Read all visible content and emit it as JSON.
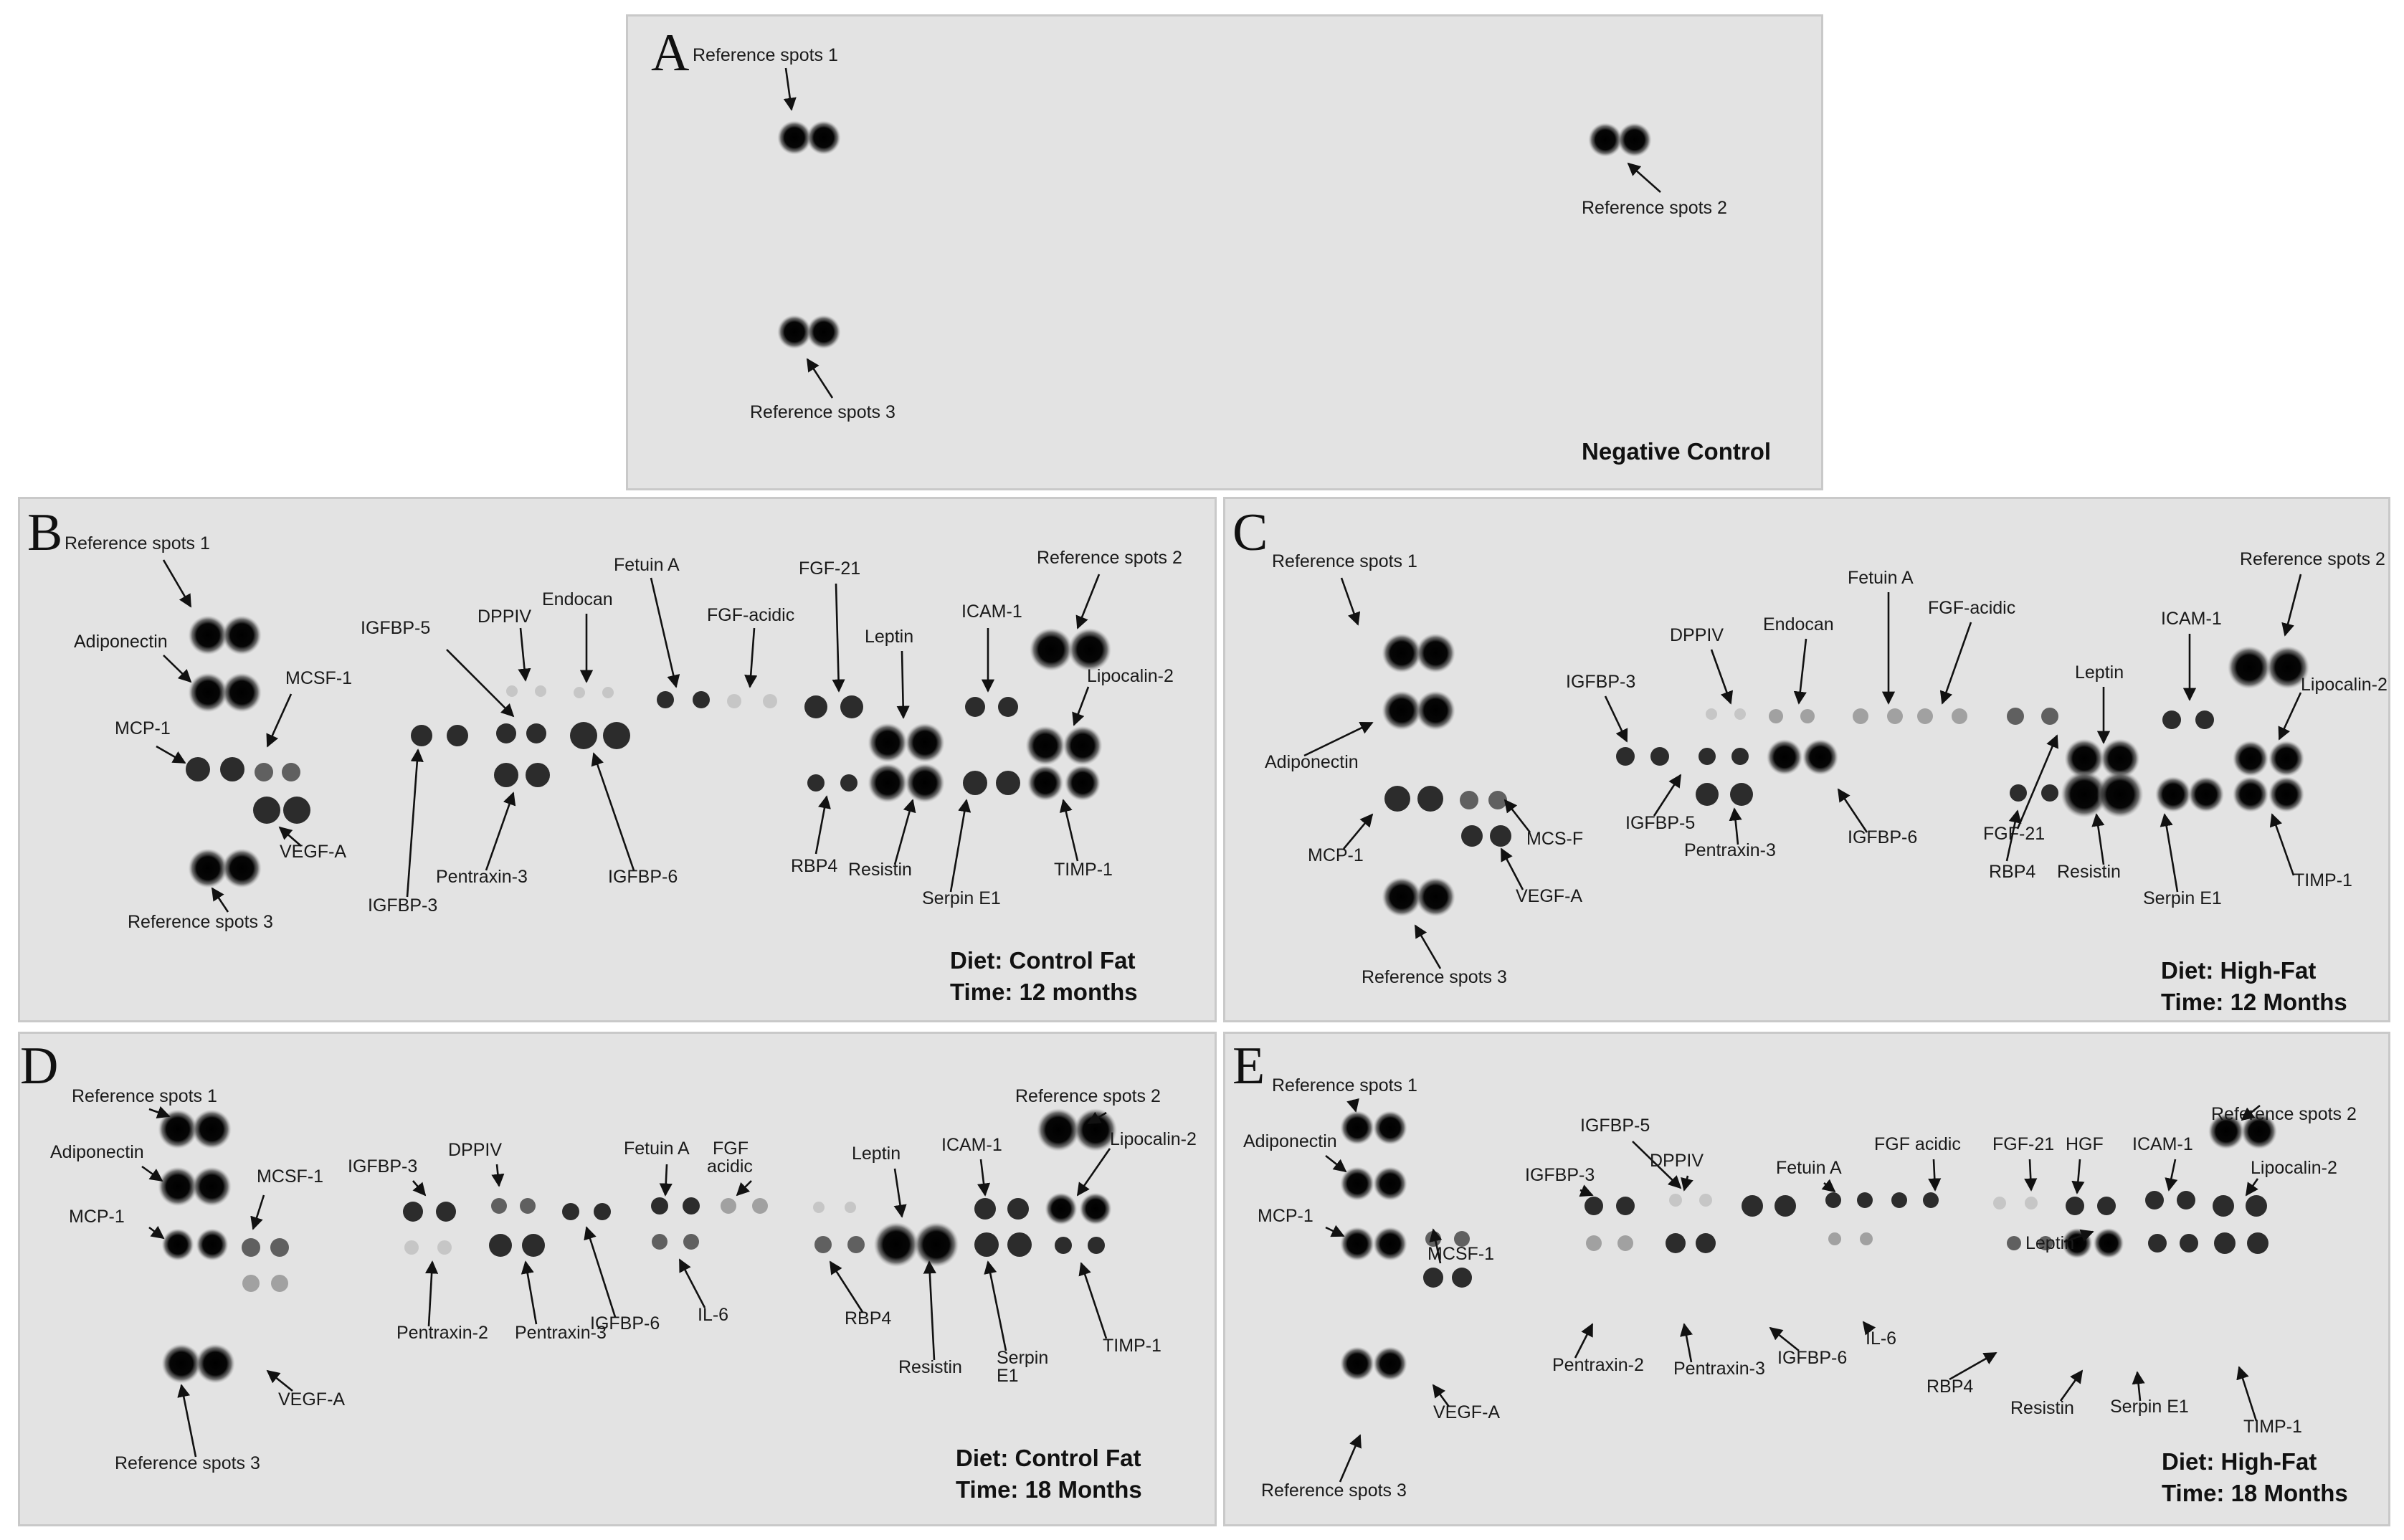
{
  "panels": [
    {
      "id": "A",
      "letter": "A",
      "title_lines": [
        "Negative Control"
      ],
      "labels": [
        "Reference spots 1",
        "Reference spots 2",
        "Reference spots 3"
      ]
    },
    {
      "id": "B",
      "letter": "B",
      "title_lines": [
        "Diet: Control Fat",
        "Time: 12 months"
      ],
      "labels": [
        "Reference spots 1",
        "Adiponectin",
        "MCSF-1",
        "MCP-1",
        "VEGF-A",
        "Reference spots 3",
        "IGFBP-5",
        "DPPIV",
        "Endocan",
        "Fetuin A",
        "FGF-acidic",
        "IGFBP-3",
        "Pentraxin-3",
        "IGFBP-6",
        "FGF-21",
        "Leptin",
        "ICAM-1",
        "Reference spots 2",
        "Lipocalin-2",
        "RBP4",
        "Resistin",
        "Serpin E1",
        "TIMP-1"
      ]
    },
    {
      "id": "C",
      "letter": "C",
      "title_lines": [
        "Diet: High-Fat",
        "Time: 12 Months"
      ],
      "labels": [
        "Reference spots 1",
        "Adiponectin",
        "MCP-1",
        "MCS-F",
        "VEGF-A",
        "Reference spots 3",
        "IGFBP-3",
        "DPPIV",
        "Endocan",
        "Fetuin A",
        "FGF-acidic",
        "IGFBP-5",
        "Pentraxin-3",
        "IGFBP-6",
        "FGF-21",
        "Leptin",
        "ICAM-1",
        "Reference spots 2",
        "Lipocalin-2",
        "RBP4",
        "Resistin",
        "Serpin E1",
        "TIMP-1"
      ]
    },
    {
      "id": "D",
      "letter": "D",
      "title_lines": [
        "Diet: Control Fat",
        "Time: 18 Months"
      ],
      "labels": [
        "Reference spots 1",
        "Adiponectin",
        "MCSF-1",
        "MCP-1",
        "VEGF-A",
        "Reference spots 3",
        "IGFBP-3",
        "DPPIV",
        "Fetuin A",
        "FGF",
        "acidic",
        "Pentraxin-2",
        "Pentraxin-3",
        "IGFBP-6",
        "IL-6",
        "Leptin",
        "ICAM-1",
        "Reference spots 2",
        "Lipocalin-2",
        "RBP4",
        "Resistin",
        "Serpin",
        "E1",
        "TIMP-1"
      ]
    },
    {
      "id": "E",
      "letter": "E",
      "title_lines": [
        "Diet: High-Fat",
        "Time: 18 Months"
      ],
      "labels": [
        "Reference spots 1",
        "Adiponectin",
        "MCSF-1",
        "MCP-1",
        "VEGF-A",
        "Reference spots 3",
        "IGFBP-5",
        "IGFBP-3",
        "DPPIV",
        "Fetuin A",
        "FGF acidic",
        "FGF-21",
        "HGF",
        "ICAM-1",
        "Reference spots 2",
        "Lipocalin-2",
        "Leptin",
        "Pentraxin-2",
        "Pentraxin-3",
        "IGFBP-6",
        "IL-6",
        "RBP4",
        "Resistin",
        "Serpin E1",
        "TIMP-1"
      ]
    }
  ]
}
